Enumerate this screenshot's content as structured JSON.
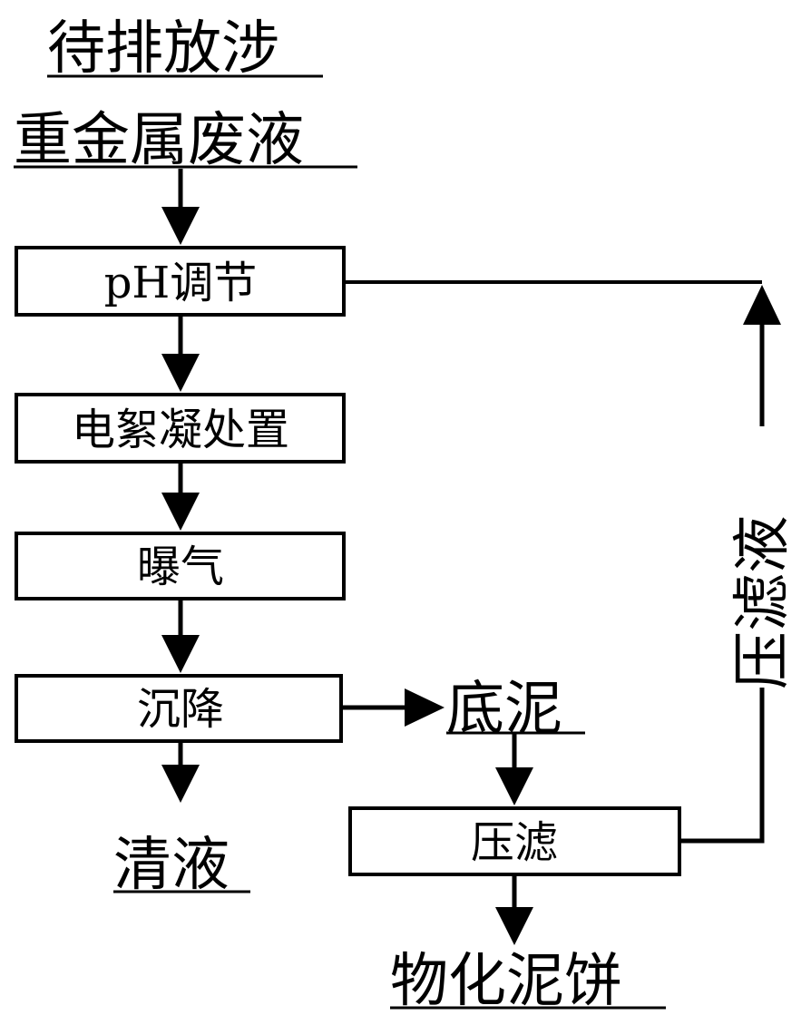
{
  "diagram": {
    "input_line1": "待排放涉",
    "input_line2": "重金属废液",
    "step_ph": "pH调节",
    "step_electrocoag": "电絮凝处置",
    "step_aeration": "曝气",
    "step_settling": "沉降",
    "output_clear": "清液",
    "output_sludge": "底泥",
    "step_filter_press": "压滤",
    "output_cake": "物化泥饼",
    "recycle_label": "压滤液"
  },
  "colors": {
    "line": "#000000",
    "background": "#ffffff"
  }
}
